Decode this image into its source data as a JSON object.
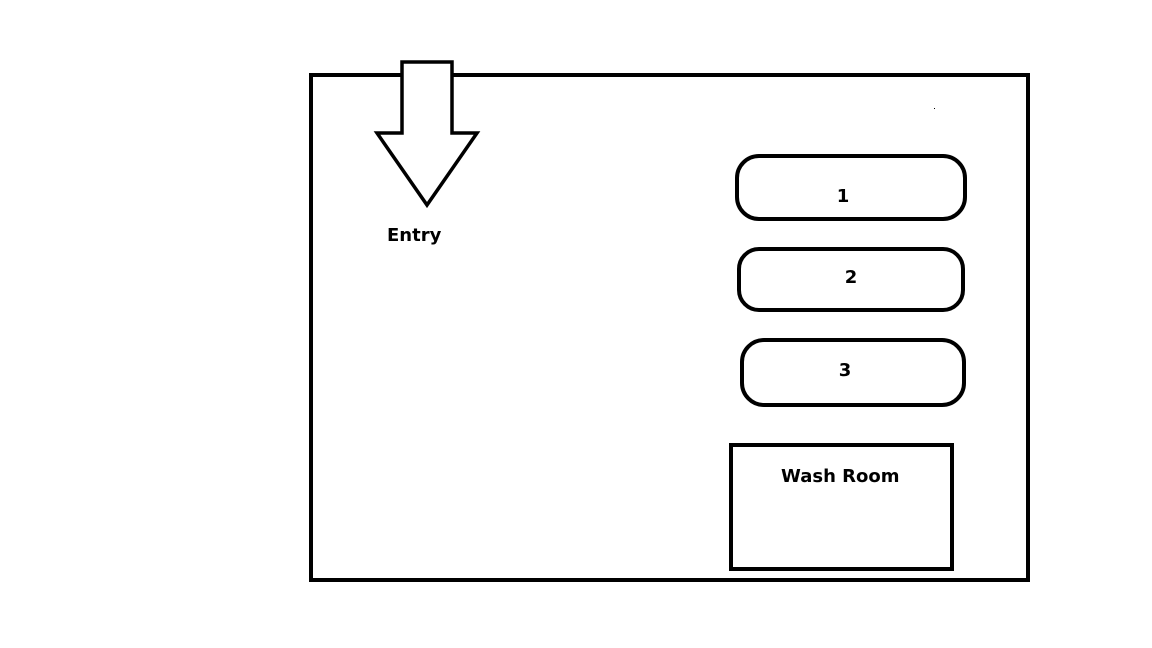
{
  "diagram": {
    "entry_label": "Entry",
    "beds": [
      {
        "label": "1"
      },
      {
        "label": "2"
      },
      {
        "label": "3"
      }
    ],
    "washroom_label": "Wash Room",
    "stroke_color": "#000000",
    "background_color": "#ffffff"
  }
}
